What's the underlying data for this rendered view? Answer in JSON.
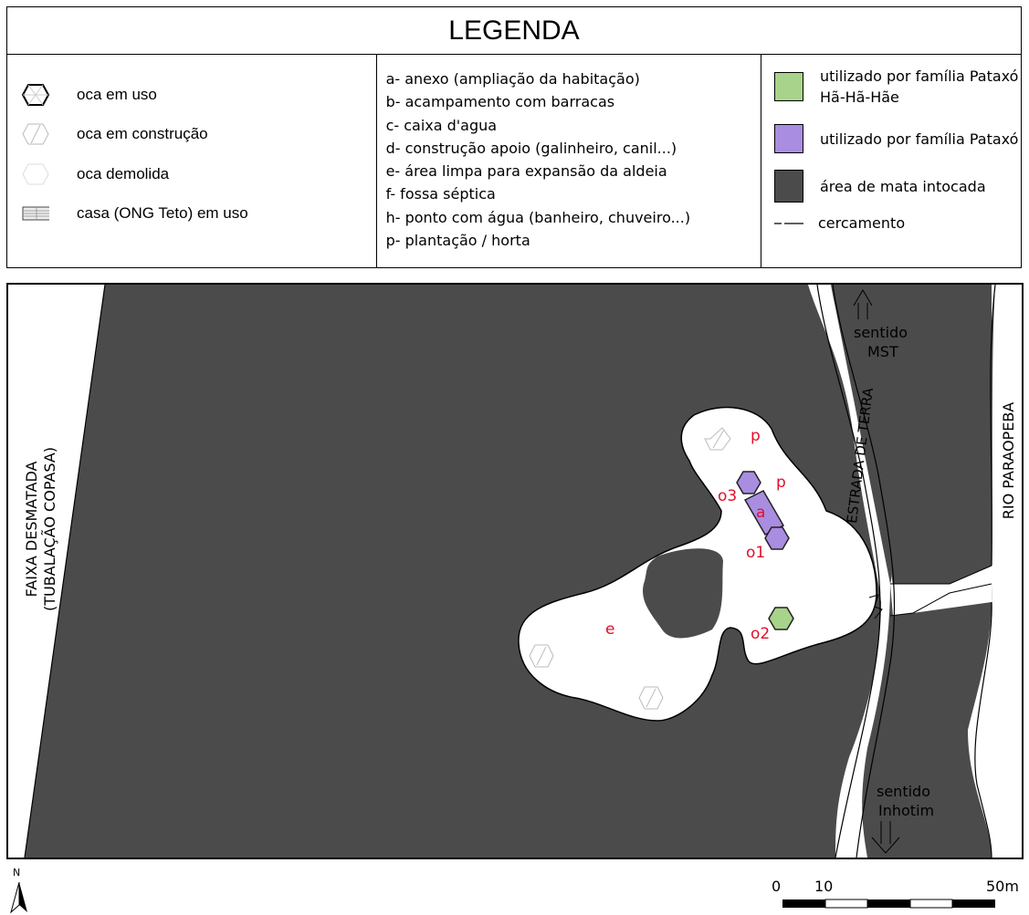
{
  "legend": {
    "title": "LEGENDA",
    "symbols": [
      {
        "icon": "hexagon-solid-icon",
        "label": "oca em uso"
      },
      {
        "icon": "hexagon-light-slash-icon",
        "label": "oca em construção"
      },
      {
        "icon": "hexagon-faint-icon",
        "label": "oca demolida"
      },
      {
        "icon": "house-grid-icon",
        "label": "casa (ONG Teto) em uso"
      }
    ],
    "codes": [
      "a- anexo (ampliação da habitação)",
      "b- acampamento com barracas",
      "c- caixa d'agua",
      "d- construção apoio (galinheiro, canil...)",
      "e- área limpa para expansão da aldeia",
      "f- fossa séptica",
      "h- ponto com água (banheiro, chuveiro...)",
      "p- plantação / horta"
    ],
    "colors": [
      {
        "label": "utilizado por família Pataxó Hã-Hã-Hãe",
        "color": "#a8d38a"
      },
      {
        "label": "utilizado por família Pataxó",
        "color": "#a98de0"
      },
      {
        "label": "área de mata intocada",
        "color": "#4b4b4b"
      },
      {
        "label": "cercamento",
        "color": "#000000"
      }
    ]
  },
  "map": {
    "left_label_1": "FAIXA DESMATADA",
    "left_label_2": "(TUBALAÇÃO COPASA)",
    "road_label": "ESTRADA DE TERRA",
    "river_label": "RIO PARAOPEBA",
    "north_dir_1": "sentido",
    "north_dir_2": "MST",
    "south_dir_1": "sentido",
    "south_dir_2": "Inhotim",
    "labels": {
      "p1": "p",
      "p2": "p",
      "a": "a",
      "o1": "o1",
      "o2": "o2",
      "o3": "o3",
      "e": "e"
    },
    "north": "N",
    "scale": {
      "t0": "0",
      "t10": "10",
      "t50": "50m"
    }
  }
}
